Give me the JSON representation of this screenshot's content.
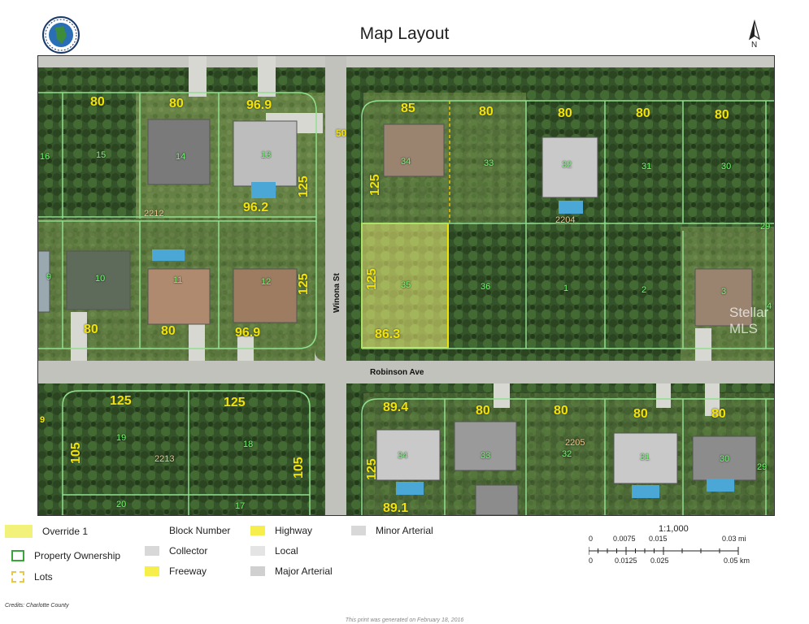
{
  "title": "Map Layout",
  "north_label": "N",
  "map": {
    "streets": {
      "vertical": "Winona St",
      "horizontal": "Robinson Ave"
    },
    "dimension_labels": [
      {
        "text": "80"
      },
      {
        "text": "80"
      },
      {
        "text": "96.9"
      },
      {
        "text": "85"
      },
      {
        "text": "80"
      },
      {
        "text": "80"
      },
      {
        "text": "80"
      },
      {
        "text": "80"
      },
      {
        "text": "125"
      },
      {
        "text": "96.2"
      },
      {
        "text": "125"
      },
      {
        "text": "125"
      },
      {
        "text": "125"
      },
      {
        "text": "80"
      },
      {
        "text": "80"
      },
      {
        "text": "96.9"
      },
      {
        "text": "86.3"
      },
      {
        "text": "125"
      },
      {
        "text": "125"
      },
      {
        "text": "105"
      },
      {
        "text": "105"
      },
      {
        "text": "89.4"
      },
      {
        "text": "80"
      },
      {
        "text": "80"
      },
      {
        "text": "80"
      },
      {
        "text": "80"
      },
      {
        "text": "125"
      },
      {
        "text": "89.1"
      }
    ],
    "lot_labels": [
      "16",
      "15",
      "14",
      "13",
      "34",
      "33",
      "32",
      "31",
      "30",
      "29",
      "9",
      "10",
      "11",
      "12",
      "35",
      "36",
      "1",
      "2",
      "3",
      "4",
      "19",
      "18",
      "20",
      "17",
      "34",
      "33",
      "32",
      "31",
      "30",
      "29"
    ],
    "block_labels": [
      "2212",
      "2204",
      "2213",
      "2205"
    ],
    "partial_labels": {
      "fragment_50": "50",
      "fragment_9": "9"
    },
    "watermark": "Stellar MLS"
  },
  "legend": [
    {
      "label": "Override 1",
      "color": "#f2f27a",
      "style": "fill"
    },
    {
      "label": "Property Ownership",
      "color": "#3aa53a",
      "style": "outline"
    },
    {
      "label": "Lots",
      "color": "#e8c84a",
      "style": "dashed"
    },
    {
      "label": "Block Number",
      "color": "#ffffff",
      "style": "none"
    },
    {
      "label": "Collector",
      "color": "#d8d8d8",
      "style": "fill"
    },
    {
      "label": "Freeway",
      "color": "#f6ee4a",
      "style": "fill"
    },
    {
      "label": "Highway",
      "color": "#f6ee4a",
      "style": "fill"
    },
    {
      "label": "Local",
      "color": "#e4e4e4",
      "style": "fill"
    },
    {
      "label": "Major Arterial",
      "color": "#d0d0d0",
      "style": "fill"
    },
    {
      "label": "Minor Arterial",
      "color": "#d8d8d8",
      "style": "fill"
    }
  ],
  "scale": {
    "ratio": "1:1,000",
    "mi_ticks": [
      "0",
      "0.0075",
      "0.015",
      "0.03 mi"
    ],
    "km_ticks": [
      "0",
      "0.0125",
      "0.025",
      "0.05 km"
    ]
  },
  "credits": "Credits: Charlotte County",
  "printed_note": "This print was generated on February 18, 2016",
  "colors": {
    "dimension": "#f2e400",
    "lot": "#6cff6c",
    "parcel_line": "#8fe08f",
    "highlight": "#f2f27a"
  }
}
